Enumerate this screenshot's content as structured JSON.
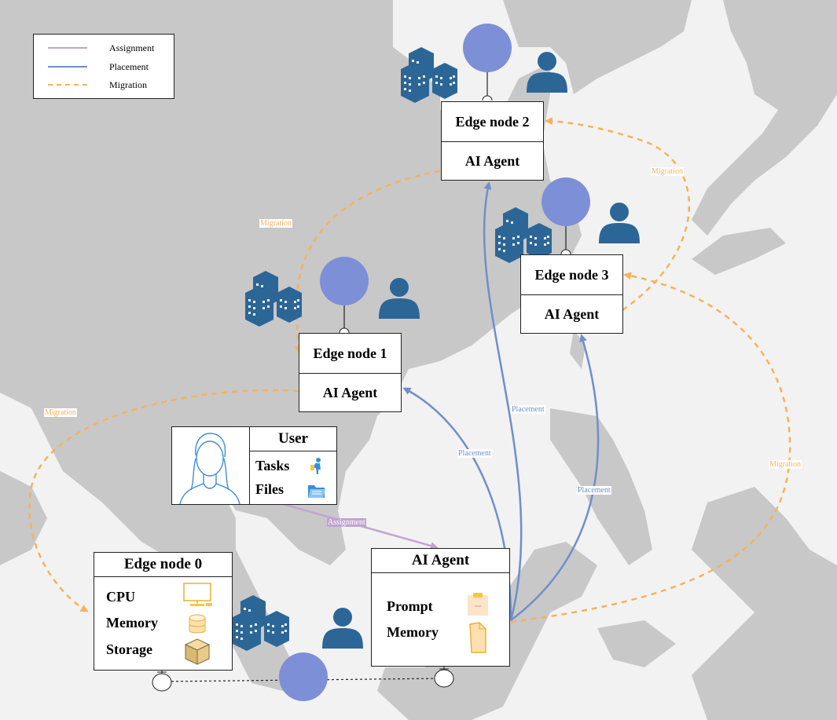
{
  "legend": {
    "items": [
      {
        "label": "Assignment",
        "color": "#c3a3d3",
        "style": "solid"
      },
      {
        "label": "Placement",
        "color": "#6f8fc9",
        "style": "solid"
      },
      {
        "label": "Migration",
        "color": "#f5b25c",
        "style": "dashed"
      }
    ]
  },
  "nodes": {
    "edge_node_2": {
      "title": "Edge node 2",
      "agent": "AI Agent"
    },
    "edge_node_3": {
      "title": "Edge node 3",
      "agent": "AI Agent"
    },
    "edge_node_1": {
      "title": "Edge node 1",
      "agent": "AI Agent"
    }
  },
  "edge_node_0": {
    "title": "Edge node 0",
    "resources": [
      "CPU",
      "Memory",
      "Storage"
    ]
  },
  "user": {
    "title": "User",
    "items": [
      "Tasks",
      "Files"
    ]
  },
  "ai_agent": {
    "title": "AI Agent",
    "items": [
      "Prompt",
      "Memory"
    ]
  },
  "edge_labels": {
    "migration": "Migration",
    "placement": "Placement",
    "assignment": "Assignment"
  },
  "colors": {
    "map_land": "#c8c8c8",
    "map_sea": "#f2f2f2",
    "building": "#2c6697",
    "person": "#2c6697",
    "server_circle": "#7d8fd6",
    "assignment": "#c3a3d3",
    "placement": "#6f8fc9",
    "migration": "#f5b25c"
  },
  "icons": [
    "buildings-icon",
    "person-icon",
    "server-circle-icon",
    "user-avatar-icon",
    "tasks-icon",
    "files-icon",
    "cpu-monitor-icon",
    "memory-cylinder-icon",
    "storage-box-icon",
    "prompt-note-icon",
    "memory-document-icon"
  ]
}
